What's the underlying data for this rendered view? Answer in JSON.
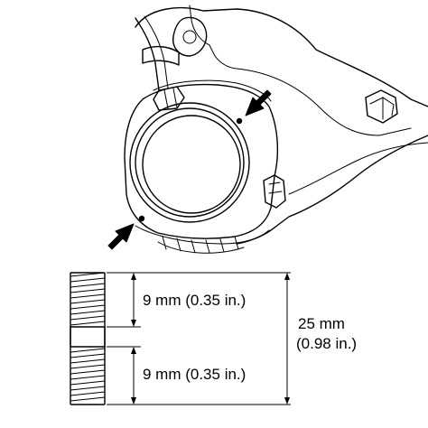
{
  "dimensions": {
    "upper_thread_length": "9 mm (0.35 in.)",
    "lower_thread_length": "9 mm (0.35 in.)",
    "overall_length_metric": "25 mm",
    "overall_length_imperial": "(0.98 in.)"
  },
  "callouts": {
    "arrow_count": 2,
    "marker_style": "dot"
  },
  "colors": {
    "ink": "#000000",
    "background": "#ffffff"
  }
}
